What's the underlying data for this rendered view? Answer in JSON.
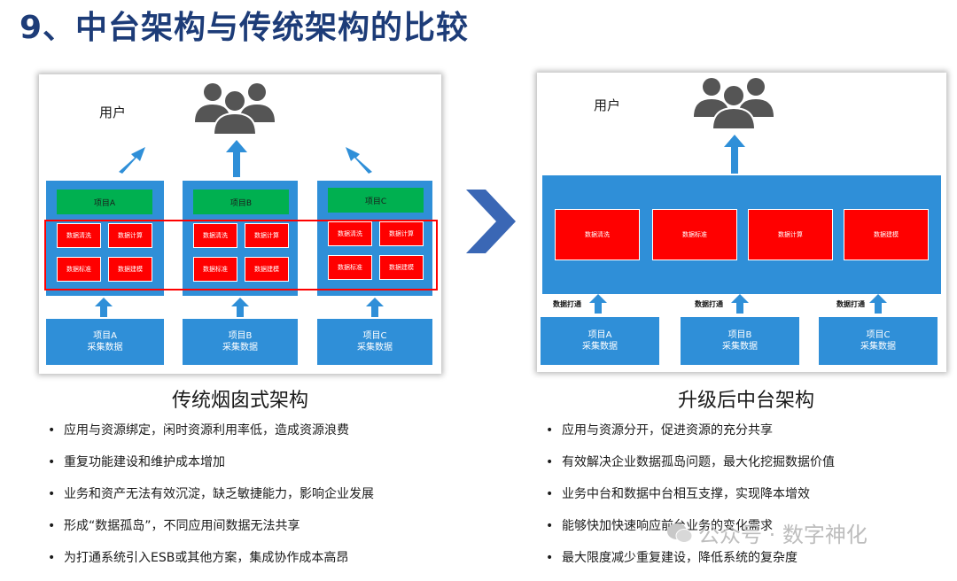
{
  "title": "9、中台架构与传统架构的比较",
  "left": {
    "user_label": "用户",
    "projects": [
      {
        "name": "项目A",
        "cells": [
          "数据清洗",
          "数据计算",
          "数据标准",
          "数据建模"
        ],
        "src_line1": "项目A",
        "src_line2": "采集数据"
      },
      {
        "name": "项目B",
        "cells": [
          "数据清洗",
          "数据计算",
          "数据标准",
          "数据建模"
        ],
        "src_line1": "项目B",
        "src_line2": "采集数据"
      },
      {
        "name": "项目C",
        "cells": [
          "数据清洗",
          "数据计算",
          "数据标准",
          "数据建模"
        ],
        "src_line1": "项目C",
        "src_line2": "采集数据"
      }
    ],
    "caption": "传统烟囱式架构",
    "bullets": [
      "应用与资源绑定，闲时资源利用率低，造成资源浪费",
      "重复功能建设和维护成本增加",
      "业务和资产无法有效沉淀，缺乏敏捷能力，影响企业发展",
      "形成“数据孤岛”，不同应用间数据无法共享",
      "为打通系统引入ESB或其他方案，集成协作成本高昂"
    ]
  },
  "right": {
    "user_label": "用户",
    "cells": [
      "数据清洗",
      "数据标准",
      "数据计算",
      "数据建模"
    ],
    "connector_label": "数据打通",
    "sources": [
      {
        "line1": "项目A",
        "line2": "采集数据"
      },
      {
        "line1": "项目B",
        "line2": "采集数据"
      },
      {
        "line1": "项目C",
        "line2": "采集数据"
      }
    ],
    "caption": "升级后中台架构",
    "bullets": [
      "应用与资源分开，促进资源的充分共享",
      "有效解决企业数据孤岛问题，最大化挖掘数据价值",
      "业务中台和数据中台相互支撑，实现降本增效",
      "能够快加快速响应前台业务的变化需求",
      "最大限度减少重复建设，降低系统的复杂度"
    ]
  },
  "watermark": "公众号 · 数字神化",
  "colors": {
    "title": "#1d3c78",
    "blue": "#2f8fd8",
    "green": "#00b050",
    "red": "#ff0000",
    "chevron": "#3a67b5"
  }
}
